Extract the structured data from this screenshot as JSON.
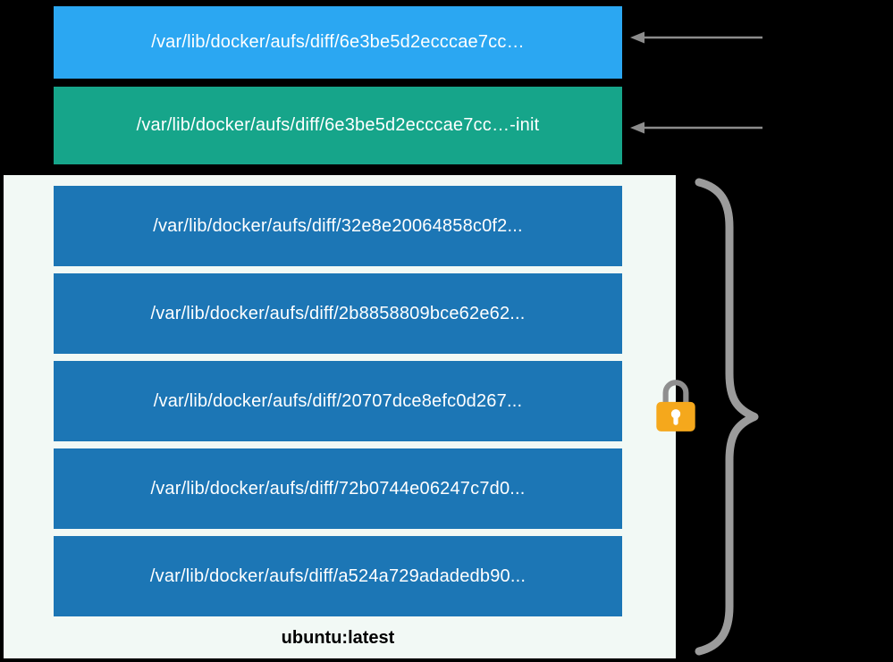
{
  "colors": {
    "background": "#000000",
    "container_layer_bar": "#2BA7F2",
    "init_layer_bar": "#16A58A",
    "image_layer_bar": "#1C76B5",
    "image_stack_background": "#F2F9F5",
    "arrow": "#8C8C8C",
    "brace": "#9B9B9B",
    "lock_body": "#F5A81C",
    "lock_shackle": "#8F8F8F",
    "bar_text": "#FFFFFF"
  },
  "container_layer": {
    "label": "/var/lib/docker/aufs/diff/6e3be5d2ecccae7cc…"
  },
  "init_layer": {
    "label": "/var/lib/docker/aufs/diff/6e3be5d2ecccae7cc…-init"
  },
  "image_stack": {
    "layers": [
      "/var/lib/docker/aufs/diff/32e8e20064858c0f2...",
      "/var/lib/docker/aufs/diff/2b8858809bce62e62...",
      "/var/lib/docker/aufs/diff/20707dce8efc0d267...",
      "/var/lib/docker/aufs/diff/72b0744e06247c7d0...",
      "/var/lib/docker/aufs/diff/a524a729adadedb90..."
    ],
    "caption": "ubuntu:latest"
  },
  "icons": {
    "lock": "closed-padlock",
    "brace": "right-curly-brace",
    "arrows": "left-pointing-arrow"
  }
}
